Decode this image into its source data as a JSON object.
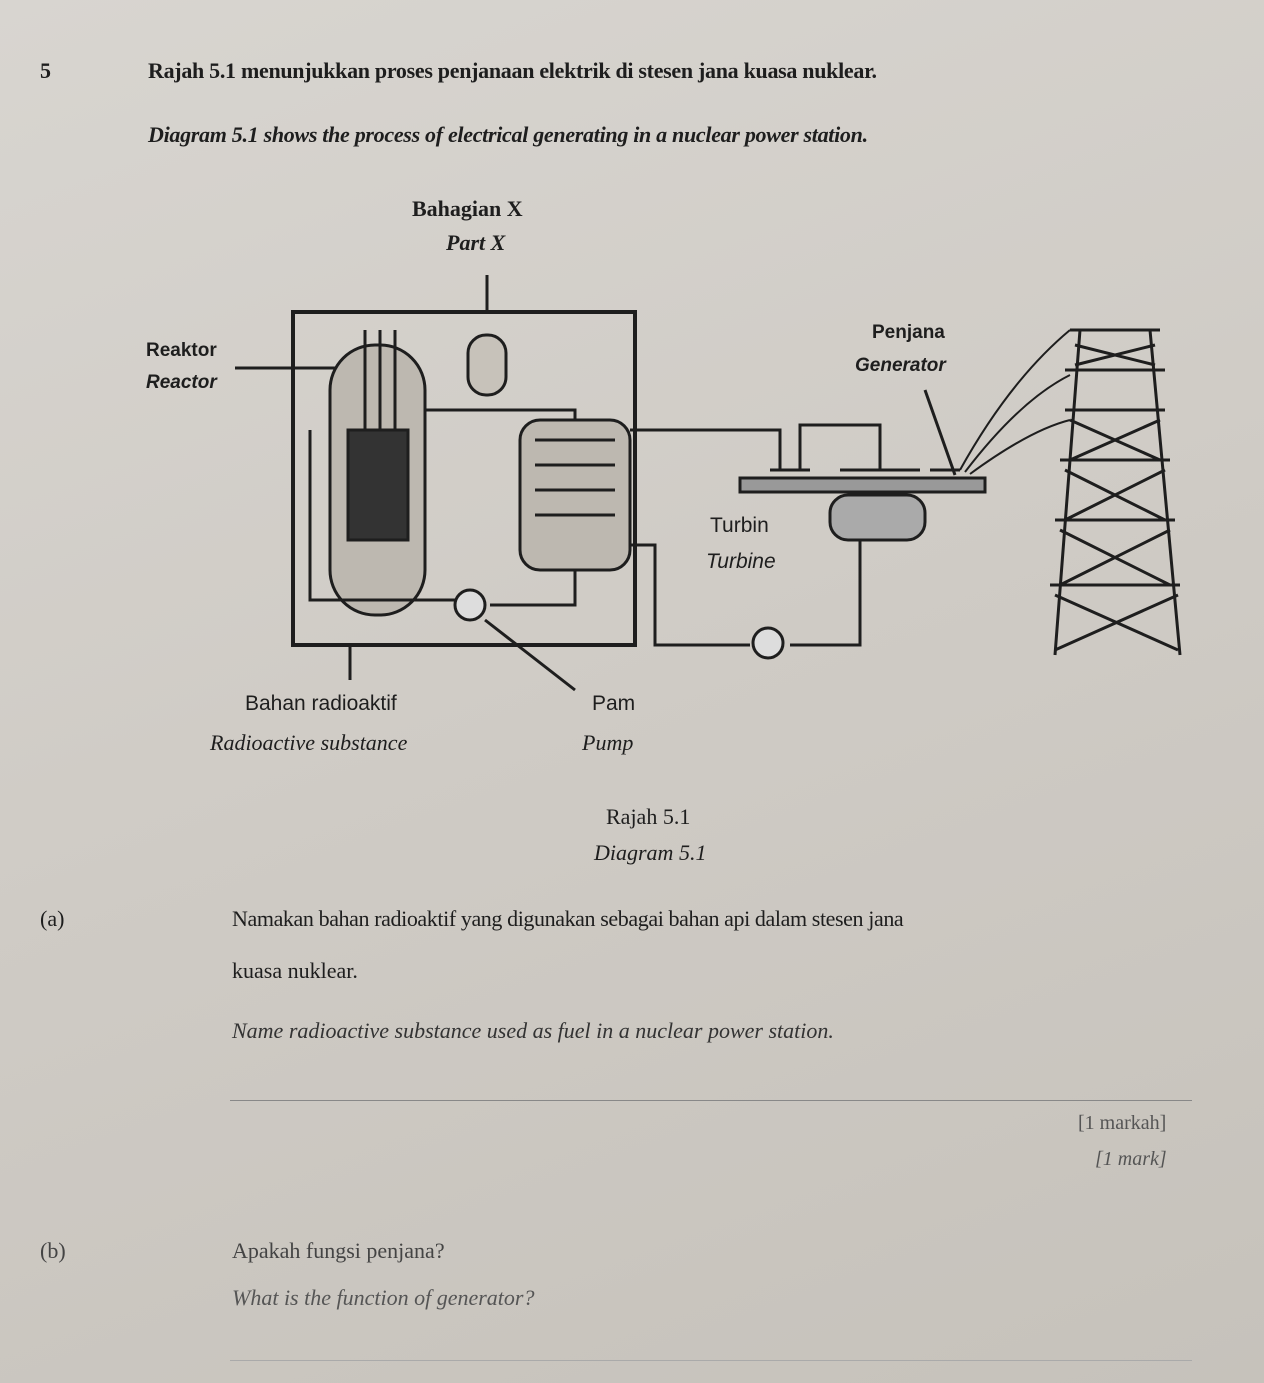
{
  "question": {
    "number": "5",
    "intro_ms": "Rajah 5.1 menunjukkan proses penjanaan elektrik di stesen jana kuasa nuklear.",
    "intro_en": "Diagram 5.1 shows the process of electrical generating in a nuclear power station."
  },
  "diagram": {
    "part_x_ms": "Bahagian X",
    "part_x_en": "Part X",
    "reactor_ms": "Reaktor",
    "reactor_en": "Reactor",
    "generator_ms": "Penjana",
    "generator_en": "Generator",
    "turbine_ms": "Turbin",
    "turbine_en": "Turbine",
    "radioactive_ms": "Bahan radioaktif",
    "radioactive_en": "Radioactive substance",
    "pump_ms": "Pam",
    "pump_en": "Pump",
    "caption_ms": "Rajah 5.1",
    "caption_en": "Diagram 5.1"
  },
  "part_a": {
    "label": "(a)",
    "text_ms_1": "Namakan bahan radioaktif yang digunakan sebagai bahan api dalam stesen jana",
    "text_ms_2": "kuasa nuklear.",
    "text_en": "Name radioactive substance used as fuel in a nuclear power station.",
    "marks_ms": "[1 markah]",
    "marks_en": "[1 mark]"
  },
  "part_b": {
    "label": "(b)",
    "text_ms": "Apakah fungsi penjana?",
    "text_en": "What is the function of generator?"
  }
}
